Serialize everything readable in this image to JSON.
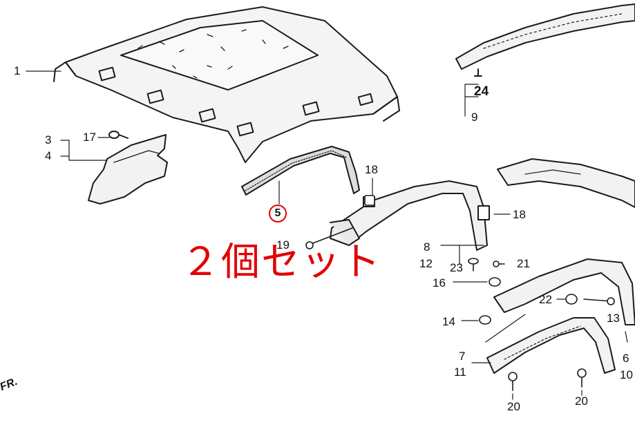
{
  "promo_text": "２個セット",
  "direction_label": "FR.",
  "highlight_color": "#e10000",
  "callouts": {
    "c1": "1",
    "c3": "3",
    "c4": "4",
    "c17": "17",
    "c5": "5",
    "c18a": "18",
    "c19": "19",
    "c24": "24",
    "c9": "9",
    "c18b": "18",
    "c8": "8",
    "c12": "12",
    "c23": "23",
    "c21": "21",
    "c16": "16",
    "c22": "22",
    "c13": "13",
    "c14": "14",
    "c7": "7",
    "c11": "11",
    "c6": "6",
    "c10": "10",
    "c20a": "20",
    "c20b": "20"
  }
}
